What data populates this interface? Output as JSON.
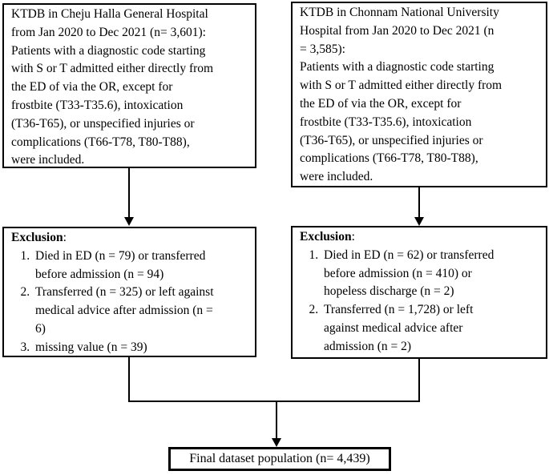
{
  "figure": {
    "type": "patient-flow-diagram",
    "background_color": "#ffffff",
    "line_color": "#000000"
  },
  "boxes": {
    "cheju_inclusion": {
      "text": "KTDB in Cheju Halla General Hospital\nfrom Jan 2020 to Dec 2021 (n= 3,601):\nPatients with a diagnostic code starting\nwith S or T admitted either directly from\nthe ED of via the OR, except for\nfrostbite (T33-T35.6), intoxication\n(T36-T65), or unspecified injuries or\ncomplications (T66-T78, T80-T88),\nwere included."
    },
    "chonnam_inclusion": {
      "text": "KTDB in Chonnam National University\nHospital from Jan 2020 to Dec 2021 (n\n= 3,585):\nPatients with a diagnostic code starting\nwith S or T admitted either directly from\nthe ED of via the OR, except for\nfrostbite (T33-T35.6), intoxication\n(T36-T65), or unspecified injuries or\ncomplications (T66-T78, T80-T88),\nwere included."
    },
    "cheju_exclusion": {
      "heading": "Exclusion",
      "colon": ":",
      "items": [
        "Died in ED (n = 79) or transferred\nbefore admission (n = 94)",
        "Transferred (n = 325) or left against\nmedical advice after admission (n =\n6)",
        "missing value (n = 39)"
      ]
    },
    "chonnam_exclusion": {
      "heading": "Exclusion",
      "colon": ":",
      "items": [
        "Died in ED (n = 62) or transferred\nbefore admission (n = 410) or\nhopeless discharge (n = 2)",
        "Transferred (n = 1,728) or left\nagainst medical advice after\nadmission (n = 2)"
      ]
    },
    "final": {
      "text": "Final dataset population (n= 4,439)"
    }
  }
}
